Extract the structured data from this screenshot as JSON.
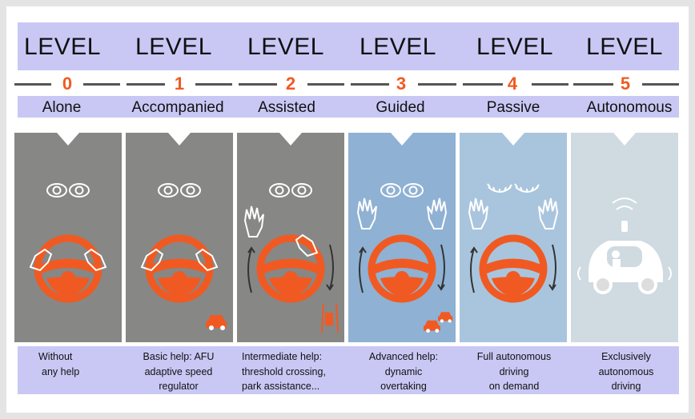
{
  "levels": [
    {
      "word": "LEVEL",
      "number": "0",
      "name": "Alone",
      "desc1": "Without",
      "desc2": "any help",
      "desc3": "",
      "panel_color": "#878785",
      "eyes": "open",
      "hands": "on-wheel",
      "extra": ""
    },
    {
      "word": "LEVEL",
      "number": "1",
      "name": "Accompanied",
      "desc1": "Basic help: AFU",
      "desc2": "adaptive speed",
      "desc3": "regulator",
      "panel_color": "#878785",
      "eyes": "open",
      "hands": "on-wheel",
      "extra": "skid-car"
    },
    {
      "word": "LEVEL",
      "number": "2",
      "name": "Assisted",
      "desc1": "Intermediate help:",
      "desc2": "threshold crossing,",
      "desc3": "park assistance...",
      "panel_color": "#878785",
      "eyes": "open",
      "hands": "one-hand",
      "extra": "lane"
    },
    {
      "word": "LEVEL",
      "number": "3",
      "name": "Guided",
      "desc1": "Advanced help:",
      "desc2": "dynamic",
      "desc3": "overtaking",
      "panel_color": "#8fb1d3",
      "eyes": "open",
      "hands": "raised",
      "extra": "two-cars"
    },
    {
      "word": "LEVEL",
      "number": "4",
      "name": "Passive",
      "desc1": "Full autonomous",
      "desc2": "driving",
      "desc3": "on demand",
      "panel_color": "#a9c5dd",
      "eyes": "closed",
      "hands": "raised",
      "extra": ""
    },
    {
      "word": "LEVEL",
      "number": "5",
      "name": "Autonomous",
      "desc1": "Exclusively",
      "desc2": "autonomous",
      "desc3": "driving",
      "panel_color": "#cfdae1",
      "eyes": "none",
      "hands": "none",
      "extra": "robot-car"
    }
  ],
  "colors": {
    "accent": "#f05a22",
    "band": "#c9c8f5"
  },
  "icons": [
    "eyes-icon",
    "steering-wheel-icon",
    "hand-icon",
    "car-icon",
    "autonomous-car-icon"
  ]
}
